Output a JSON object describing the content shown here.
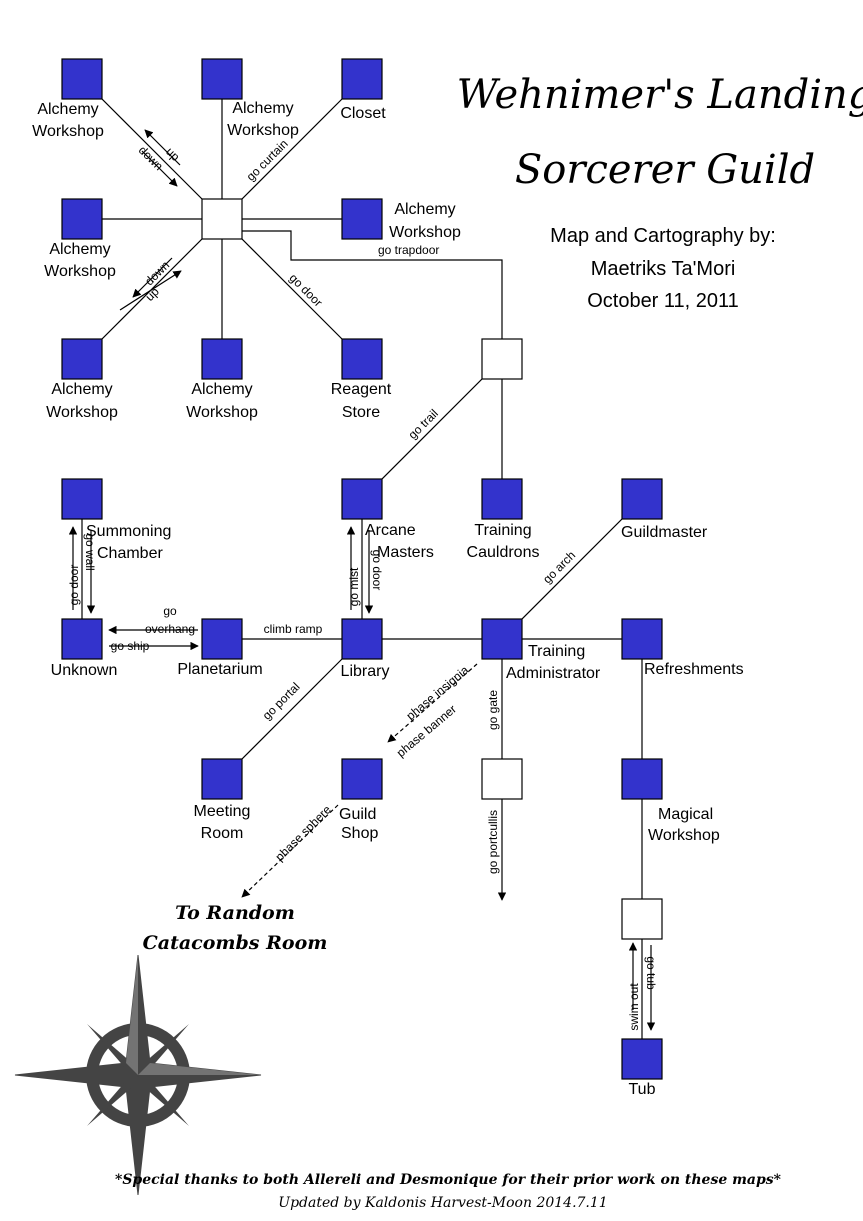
{
  "title": {
    "line1": "Wehnimer's Landing",
    "line2": "Sorcerer Guild"
  },
  "credits": {
    "line1": "Map and Cartography by:",
    "line2": "Maetriks Ta'Mori",
    "line3": "October 11, 2011"
  },
  "footer": {
    "thanks": "*Special thanks to both Allereli and Desmonique for their prior work on these maps*",
    "updated": "Updated by Kaldonis Harvest-Moon 2014.7.11"
  },
  "destination": {
    "line1": "To Random",
    "line2": "Catacombs Room"
  },
  "colors": {
    "room_fill": "#3333cc",
    "junction_fill": "#ffffff",
    "stroke": "#000000",
    "compass": "#444444"
  },
  "rooms": [
    {
      "id": "alchemy-nw",
      "labels": [
        "Alchemy",
        "Workshop"
      ]
    },
    {
      "id": "alchemy-n",
      "labels": [
        "Alchemy",
        "Workshop"
      ]
    },
    {
      "id": "closet",
      "labels": [
        "Closet"
      ]
    },
    {
      "id": "alchemy-w",
      "labels": [
        "Alchemy",
        "Workshop"
      ]
    },
    {
      "id": "alchemy-e",
      "labels": [
        "Alchemy",
        "Workshop"
      ]
    },
    {
      "id": "alchemy-sw",
      "labels": [
        "Alchemy",
        "Workshop"
      ]
    },
    {
      "id": "alchemy-s",
      "labels": [
        "Alchemy",
        "Workshop"
      ]
    },
    {
      "id": "reagent",
      "labels": [
        "Reagent",
        "Store"
      ]
    },
    {
      "id": "summoning",
      "labels": [
        "Summoning",
        "Chamber"
      ]
    },
    {
      "id": "arcane",
      "labels": [
        "Arcane",
        "Masters"
      ]
    },
    {
      "id": "cauldrons",
      "labels": [
        "Training",
        "Cauldrons"
      ]
    },
    {
      "id": "guildmaster",
      "labels": [
        "Guildmaster"
      ]
    },
    {
      "id": "unknown",
      "labels": [
        "Unknown"
      ]
    },
    {
      "id": "planetarium",
      "labels": [
        "Planetarium"
      ]
    },
    {
      "id": "library",
      "labels": [
        "Library"
      ]
    },
    {
      "id": "training-admin",
      "labels": [
        "Training",
        "Administrator"
      ]
    },
    {
      "id": "refreshments",
      "labels": [
        "Refreshments"
      ]
    },
    {
      "id": "meeting",
      "labels": [
        "Meeting",
        "Room"
      ]
    },
    {
      "id": "guild-shop",
      "labels": [
        "Guild",
        "Shop"
      ]
    },
    {
      "id": "magical",
      "labels": [
        "Magical",
        "Workshop"
      ]
    },
    {
      "id": "tub",
      "labels": [
        "Tub"
      ]
    }
  ],
  "edge_labels": {
    "up_nw": "up",
    "down_nw": "down",
    "go_curtain": "go curtain",
    "go_trapdoor": "go trapdoor",
    "go_door_se": "go door",
    "down_sw": "down",
    "up_sw": "up",
    "go_trail": "go trail",
    "go_wall": "go wall",
    "go_door_summ": "go door",
    "go_mist": "go mist",
    "go_door_arc": "go door",
    "go_overhang_1": "go",
    "go_overhang_2": "overhang",
    "go_ship": "go ship",
    "climb_ramp": "climb ramp",
    "go_arch": "go arch",
    "go_portal": "go portal",
    "phase_insignia": "phase insignia",
    "phase_banner": "phase banner",
    "go_gate": "go gate",
    "go_portcullis": "go portcullis",
    "phase_sphere": "phase sphere",
    "swim_out": "swim out",
    "go_tub": "go tub"
  }
}
